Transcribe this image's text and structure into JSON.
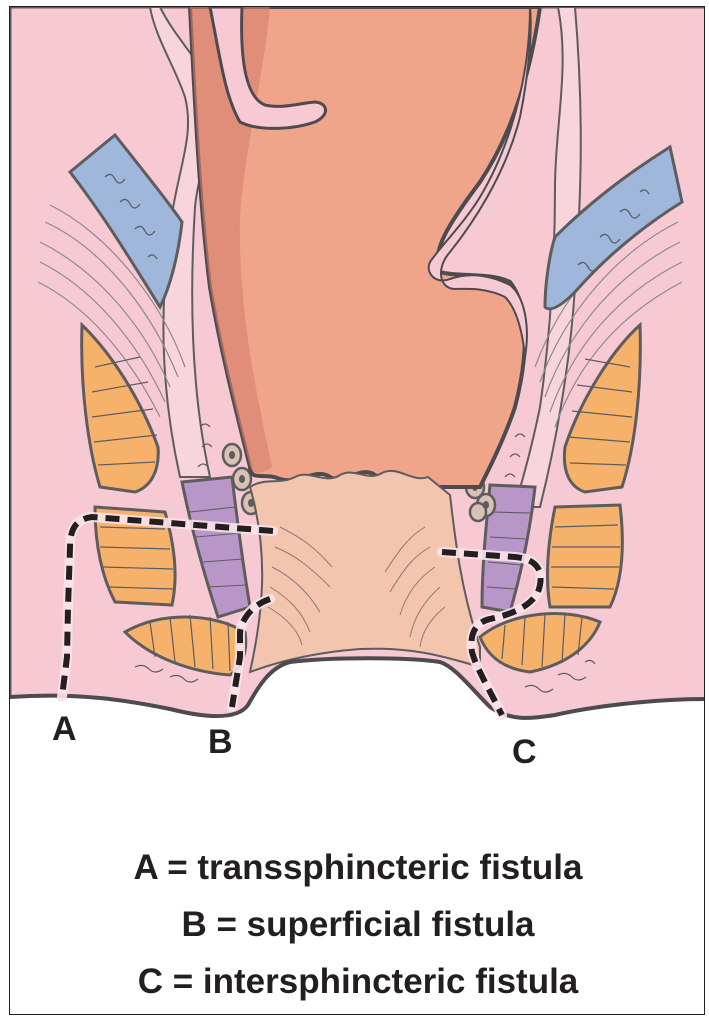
{
  "colors": {
    "background_tissue": "#f6c9d3",
    "rectum": "#f0a58a",
    "rectum_dark": "#d57f6f",
    "anal_canal": "#f3c4ae",
    "levator_blue": "#9fb7da",
    "external_sphincter_orange": "#f6b26b",
    "internal_sphincter_purple": "#b896c8",
    "outline": "#5d5d5f",
    "fistula_path": "#231f20"
  },
  "markers": {
    "a": "A",
    "b": "B",
    "c": "C"
  },
  "legend": {
    "a": "A = transsphincteric fistula",
    "b": "B = superficial fistula",
    "c": "C = intersphincteric fistula"
  }
}
